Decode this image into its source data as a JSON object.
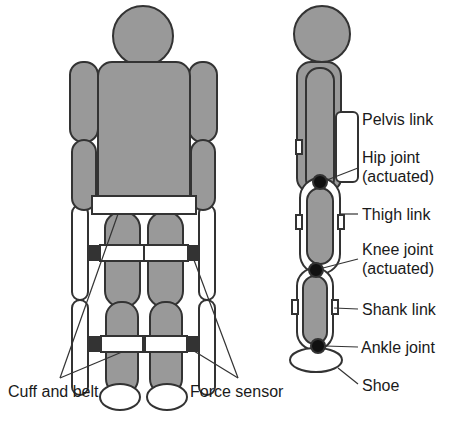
{
  "diagram": {
    "labels": [
      "Pelvis link",
      "Hip joint (actuated)",
      "Thigh link",
      "Knee joint (actuated)",
      "Shank link",
      "Ankle joint",
      "Shoe",
      "Cuff and belt",
      "Force sensor"
    ]
  }
}
